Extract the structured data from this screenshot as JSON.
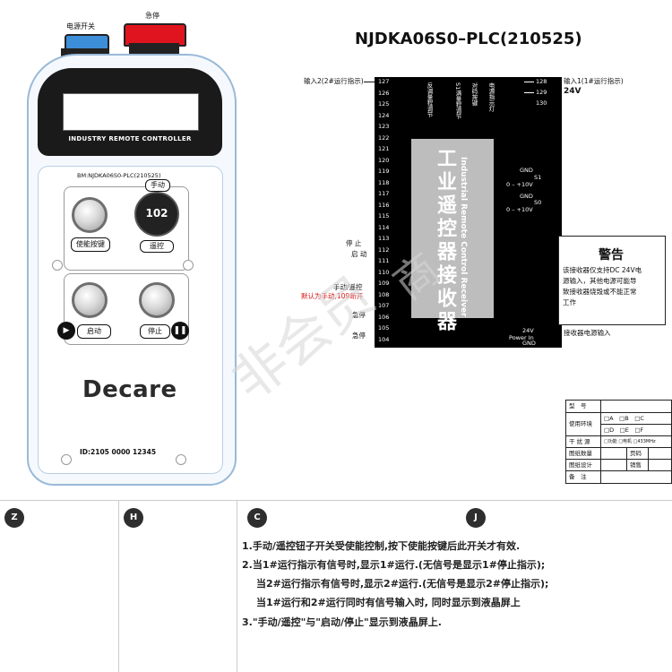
{
  "remote": {
    "power_switch_label": "电源开关",
    "estop_label": "急停",
    "model_label": "INDUSTRY REMOTE CONTROLLER",
    "bm_label": "BM:NJDKA06S0-PLC(210525)",
    "manual_label": "手动",
    "knob_value": "102",
    "remote_label": "遥控",
    "enable_button_label": "使能按键",
    "start_label": "启动",
    "stop_label": "停止",
    "brand": "Decare",
    "id_label": "ID:2105 0000 12345"
  },
  "receiver": {
    "title": "NJDKA06S0–PLC(210525)",
    "chinese_name": "工业遥控器接收器",
    "english_name": "Industrial Remote Control Receiver",
    "left_terminals": [
      "127",
      "126",
      "125",
      "124",
      "123",
      "122",
      "121",
      "120",
      "119",
      "118",
      "117",
      "116",
      "115",
      "114",
      "113",
      "112",
      "111",
      "110",
      "109",
      "108",
      "107",
      "106",
      "105",
      "104"
    ],
    "right_terminals": [
      "128",
      "129",
      "130"
    ],
    "top_labels": [
      "反调量程调节",
      "S1满量程调节",
      "对码按键",
      "电源指示灯"
    ],
    "gnd_s1": "GND",
    "s1_label": "S1",
    "s1_range": "0 – +10V",
    "gnd_s0": "GND",
    "s0_label": "S0",
    "s0_range": "0 – +10V",
    "power_24v": "24V",
    "power_in": "Power In",
    "gnd_bottom": "GND"
  },
  "annotations": {
    "input2": "输入2(2#运行指示)",
    "input1": "输入1(1#运行指示)",
    "v24": "24V",
    "stop": "停 止",
    "start": "启 动",
    "manual_remote": "手动/遥控",
    "default_note": "默认为手动,109断开",
    "estop1": "急停",
    "estop2": "急停",
    "receiver_power": "接收器电源输入"
  },
  "warning": {
    "title": "警告",
    "body": [
      "该接收器仅支持DC 24V电",
      "源输入，其他电源可能导",
      "致接收器烧毁或不能正常",
      "工作"
    ]
  },
  "table": {
    "rows": [
      {
        "label": "型　号",
        "value": ""
      },
      {
        "label": "使用环境",
        "value": "□A　□B　□C"
      },
      {
        "label": "",
        "value": "□D　□E　□F"
      },
      {
        "label": "干 扰 源",
        "value": "□功能 □电机 □433MHz"
      },
      {
        "label": "图纸数量",
        "value": "",
        "extra_label": "页码",
        "extra_value": ""
      },
      {
        "label": "图纸设计",
        "value": "",
        "extra_label": "销售",
        "extra_value": ""
      },
      {
        "label": "备　注",
        "value": ""
      }
    ]
  },
  "sections": {
    "markers": [
      "Z",
      "H",
      "C",
      "J"
    ],
    "notes": [
      "1.手动/遥控钮子开关受使能控制,按下使能按键后此开关才有效.",
      "2.当1#运行指示有信号时,显示1#运行.(无信号是显示1#停止指示);",
      "当2#运行指示有信号时,显示2#运行.(无信号是显示2#停止指示);",
      "当1#运行和2#运行同时有信号输入时, 同时显示到液晶屏上",
      "3.\"手动/遥控\"与\"启动/停止\"显示到液晶屏上."
    ]
  },
  "watermark": {
    "text": "非会员",
    "text2": "商"
  },
  "colors": {
    "estop_red": "#e0141e",
    "power_switch_blue": "#3d8ed8",
    "remote_outline": "#9ab9d8",
    "default_note_red": "#d11",
    "section_marker": "#2e2e2e"
  }
}
